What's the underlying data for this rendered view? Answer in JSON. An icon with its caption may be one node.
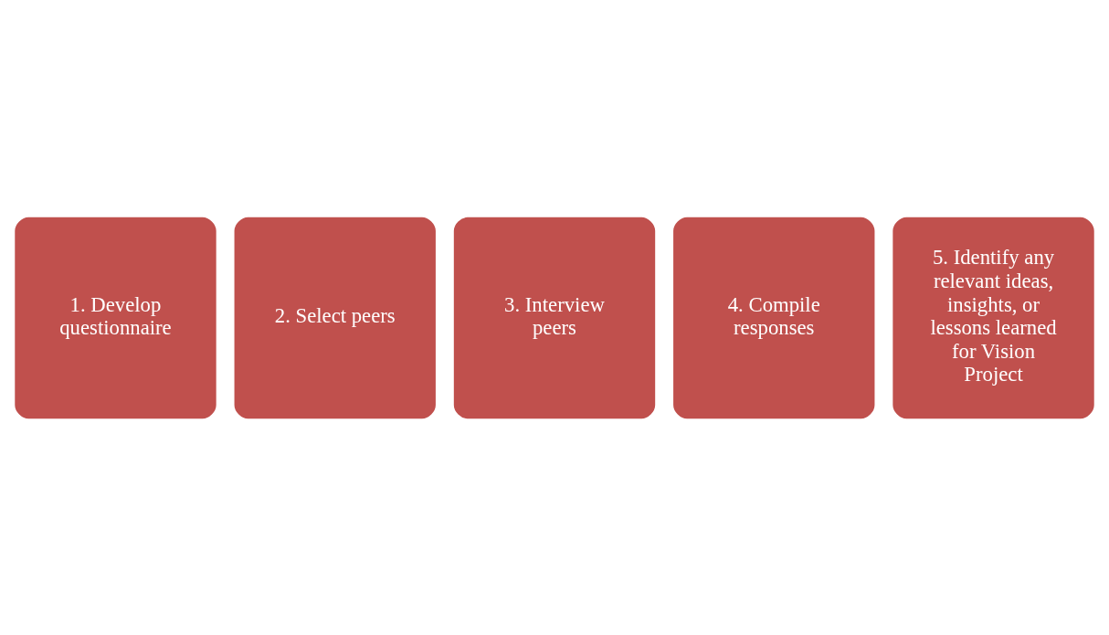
{
  "diagram": {
    "nodes": [
      {
        "text": [
          "1. Develop questionnaire"
        ]
      },
      {
        "text": [
          "2. Select peers"
        ]
      },
      {
        "text": [
          "3. Interview peers"
        ]
      },
      {
        "text": [
          "4. Compile responses"
        ]
      },
      {
        "text": [
          "5. Identify any relevant ideas, insights, or lessons learned for Vision Project"
        ]
      }
    ]
  }
}
